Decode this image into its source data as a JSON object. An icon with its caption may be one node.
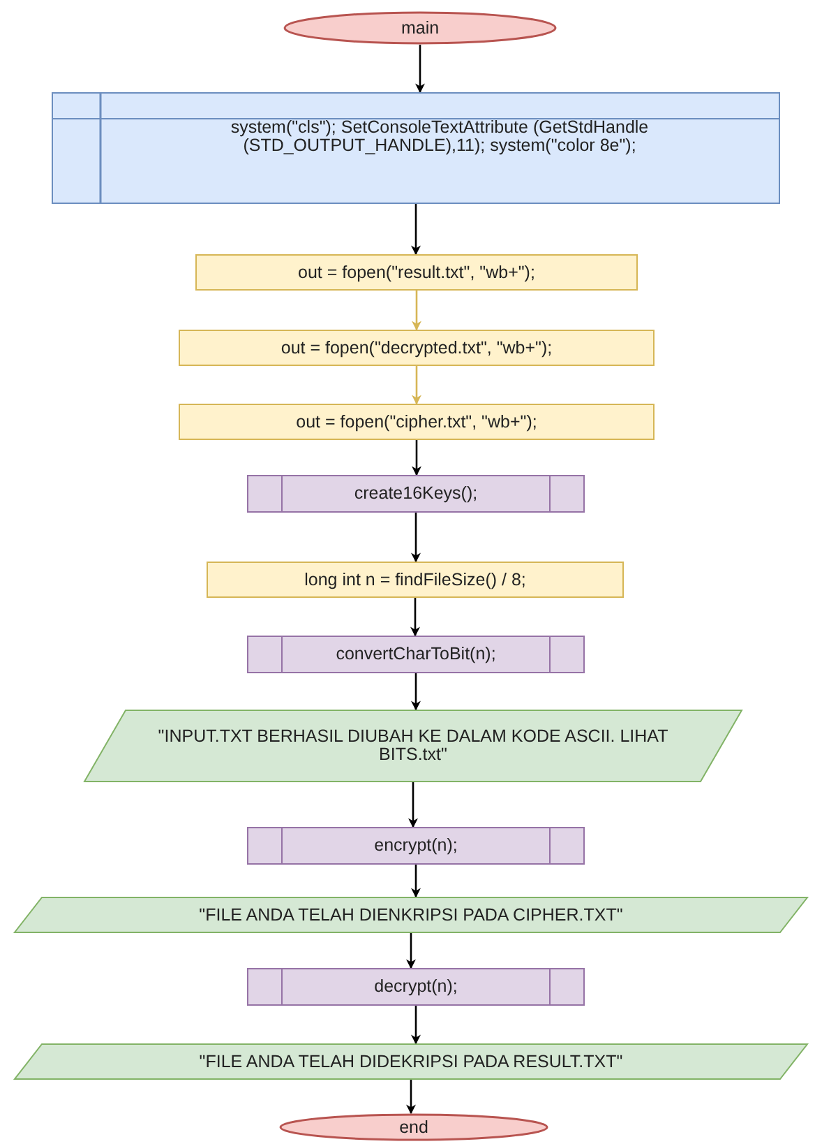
{
  "diagram": {
    "nodes": [
      {
        "text": [
          "main"
        ]
      },
      {
        "text": [
          "system(\"cls\"); SetConsoleTextAttribute (GetStdHandle (STD_OUTPUT_HANDLE),11); system(\"color 8e\");"
        ]
      },
      {
        "text": [
          "out = fopen(\"result.txt\", \"wb+\");"
        ]
      },
      {
        "text": [
          "out = fopen(\"decrypted.txt\", \"wb+\");"
        ]
      },
      {
        "text": [
          "out = fopen(\"cipher.txt\", \"wb+\");"
        ]
      },
      {
        "text": [
          "create16Keys();"
        ]
      },
      {
        "text": [
          "long int n = findFileSize() / 8;"
        ]
      },
      {
        "text": [
          "convertCharToBit(n);"
        ]
      },
      {
        "text": [
          "\"INPUT.TXT BERHASIL DIUBAH KE DALAM KODE ASCII. LIHAT BITS.txt\""
        ]
      },
      {
        "text": [
          "encrypt(n);"
        ]
      },
      {
        "text": [
          "\"FILE ANDA TELAH DIENKRIPSI PADA CIPHER.TXT\""
        ]
      },
      {
        "text": [
          "decrypt(n);"
        ]
      },
      {
        "text": [
          "\"FILE ANDA TELAH DIDEKRIPSI PADA RESULT.TXT\""
        ]
      },
      {
        "text": [
          "end"
        ]
      }
    ],
    "edges": [
      {
        "from": 0,
        "to": 1,
        "arrow": "to"
      },
      {
        "from": 1,
        "to": 2,
        "arrow": "to"
      },
      {
        "from": 2,
        "to": 3,
        "arrow": "to",
        "color": "#d6b656"
      },
      {
        "from": 3,
        "to": 4,
        "arrow": "to",
        "color": "#d6b656"
      },
      {
        "from": 4,
        "to": 5,
        "arrow": "to"
      },
      {
        "from": 5,
        "to": 6,
        "arrow": "to"
      },
      {
        "from": 6,
        "to": 7,
        "arrow": "to"
      },
      {
        "from": 7,
        "to": 8,
        "arrow": "to"
      },
      {
        "from": 8,
        "to": 9,
        "arrow": "to"
      },
      {
        "from": 9,
        "to": 10,
        "arrow": "to"
      },
      {
        "from": 10,
        "to": 11,
        "arrow": "to"
      },
      {
        "from": 11,
        "to": 12,
        "arrow": "to"
      },
      {
        "from": 12,
        "to": 13,
        "arrow": "to"
      }
    ]
  }
}
